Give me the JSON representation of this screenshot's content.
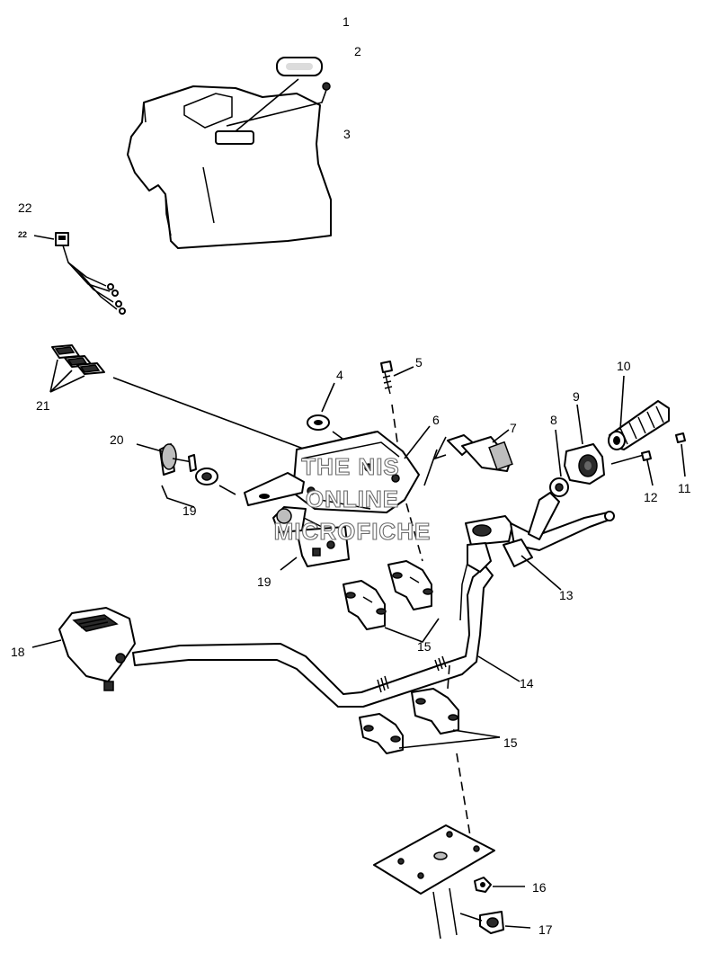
{
  "callouts": {
    "c1": "1",
    "c2": "2",
    "c3": "3",
    "c4": "4",
    "c5": "5",
    "c6": "6",
    "c7": "7",
    "c8": "8",
    "c9": "9",
    "c10": "10",
    "c11": "11",
    "c12": "12",
    "c13": "13",
    "c14": "14",
    "c15a": "15",
    "c15b": "15",
    "c16": "16",
    "c17": "17",
    "c18": "18",
    "c19a": "19",
    "c19b": "19",
    "c20": "20",
    "c21": "21",
    "c22a": "22",
    "c22b": "22"
  },
  "watermark": {
    "line1": "THE NIS",
    "line2": "ONLINE",
    "line3": "MICROFICHE"
  }
}
